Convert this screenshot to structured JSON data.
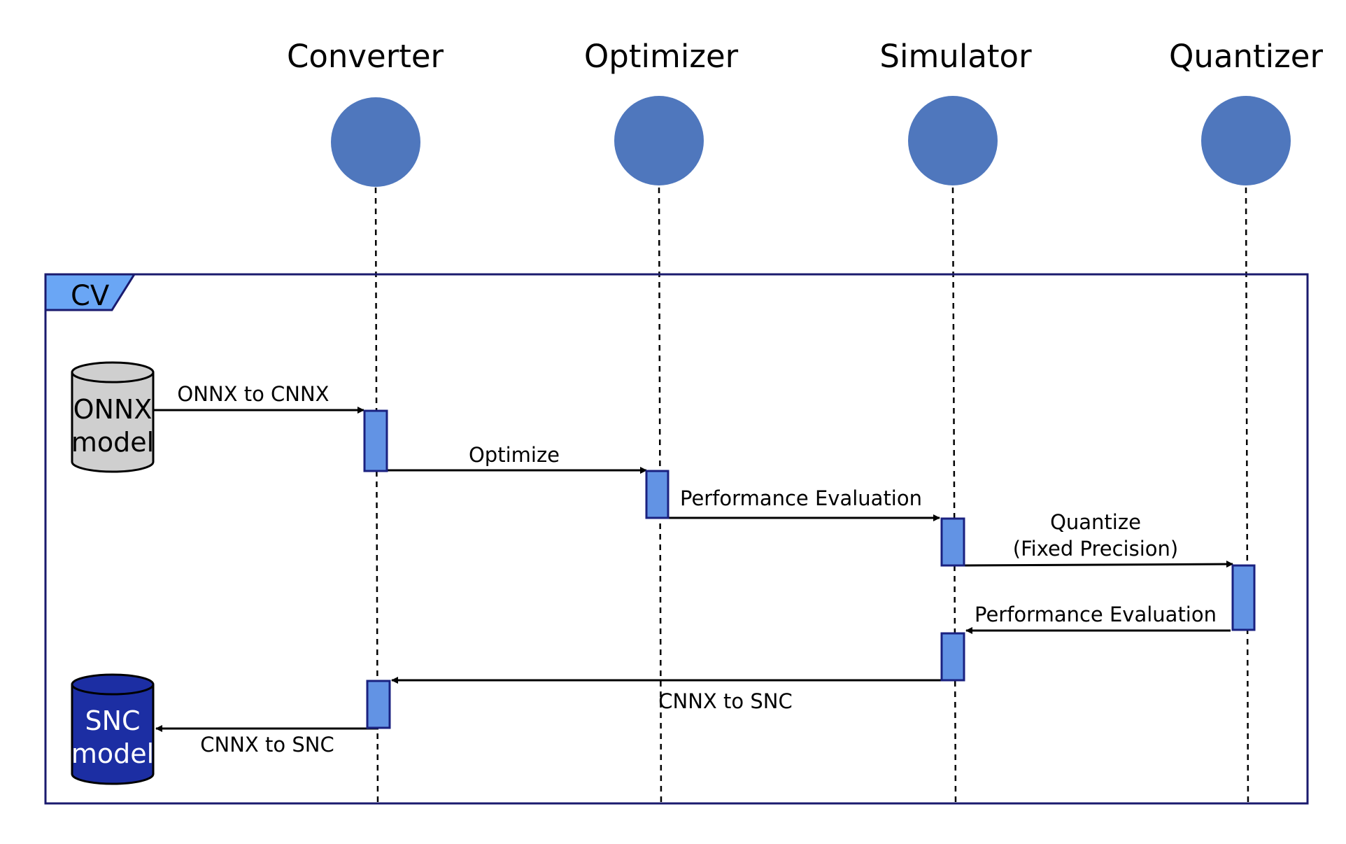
{
  "participants": [
    "Converter",
    "Optimizer",
    "Simulator",
    "Quantizer"
  ],
  "frame": {
    "label": "CV"
  },
  "databases": {
    "input": {
      "line1": "ONNX",
      "line2": "model"
    },
    "output": {
      "line1": "SNC",
      "line2": "model"
    }
  },
  "messages": [
    {
      "label": "ONNX to CNNX"
    },
    {
      "label": "Optimize"
    },
    {
      "label": "Performance Evaluation"
    },
    {
      "label_line1": "Quantize",
      "label_line2": "(Fixed Precision)"
    },
    {
      "label": "Performance Evaluation"
    },
    {
      "label": "CNNX to SNC"
    },
    {
      "label": "CNNX to SNC"
    }
  ],
  "colors": {
    "participant_circle": "#4f77bd",
    "activation_fill": "#6293e4",
    "activation_stroke": "#1a2180",
    "frame_stroke": "#1a1a6e",
    "frame_tab": "#6aa6f5",
    "input_db_fill": "#cfcfcf",
    "output_db_fill": "#1c2ea3"
  }
}
